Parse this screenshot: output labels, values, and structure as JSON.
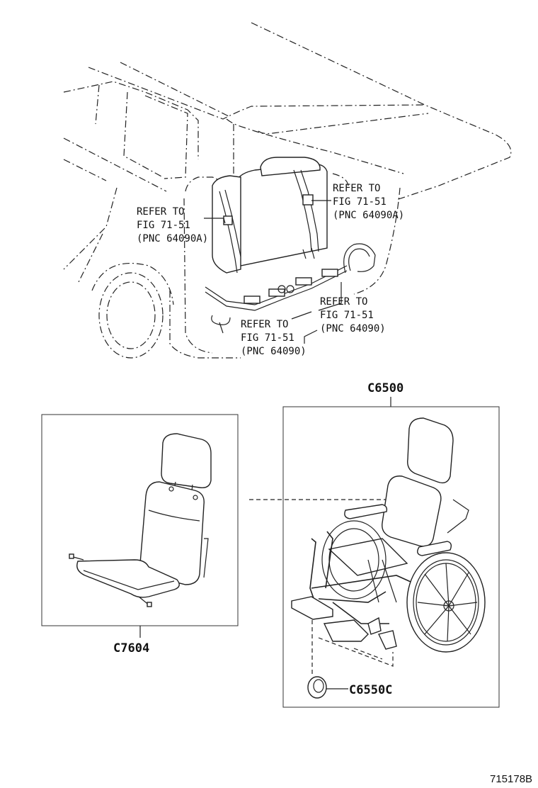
{
  "callouts": {
    "refer_left": [
      "REFER TO",
      "FIG 71-51",
      "(PNC 64090A)"
    ],
    "refer_right": [
      "REFER TO",
      "FIG 71-51",
      "(PNC 64090A)"
    ],
    "refer_mid_right": [
      "REFER TO",
      "FIG 71-51",
      "(PNC 64090)"
    ],
    "refer_mid_left": [
      "REFER TO",
      "FIG 71-51",
      "(PNC 64090)"
    ]
  },
  "parts": {
    "wheelchair": "C6500",
    "seat": "C7604",
    "cap": "C6550C"
  },
  "figure_id": "715178B"
}
